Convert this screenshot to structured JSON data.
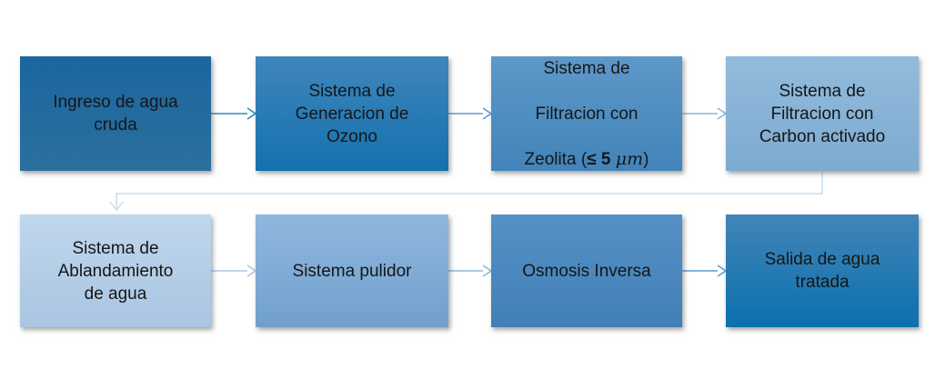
{
  "diagram": {
    "type": "flowchart",
    "subject": "water treatment process",
    "boxes": [
      {
        "id": "ingreso-agua-cruda",
        "label": "Ingreso de agua\ncruda"
      },
      {
        "id": "generacion-ozono",
        "label": "Sistema de\nGeneracion de\nOzono"
      },
      {
        "id": "filtracion-zeolita",
        "label": "Sistema de Filtracion con Zeolita (≤ 5 μm)",
        "line1": "Sistema de",
        "line2": "Filtracion con",
        "line3_pre": "Zeolita (",
        "line3_leq": "≤ 5 ",
        "line3_mu": "μm",
        "line3_post": ")"
      },
      {
        "id": "filtracion-carbon",
        "label": "Sistema de\nFiltracion con\nCarbon activado"
      },
      {
        "id": "ablandamiento-agua",
        "label": "Sistema de\nAblandamiento\nde agua"
      },
      {
        "id": "sistema-pulidor",
        "label": "Sistema pulidor"
      },
      {
        "id": "osmosis-inversa",
        "label": "Osmosis Inversa"
      },
      {
        "id": "salida-agua-tratada",
        "label": "Salida de agua\ntratada"
      }
    ],
    "connectors": {
      "a1": {
        "from": "ingreso-agua-cruda",
        "to": "generacion-ozono",
        "color": "#2e86c6"
      },
      "a2": {
        "from": "generacion-ozono",
        "to": "filtracion-zeolita",
        "color": "#5b9bd5"
      },
      "a3": {
        "from": "filtracion-zeolita",
        "to": "filtracion-carbon",
        "color": "#8ab6dc"
      },
      "c_wrap": {
        "from": "filtracion-carbon",
        "to": "ablandamiento-agua",
        "color": "#bdd7ee"
      },
      "a4": {
        "from": "ablandamiento-agua",
        "to": "sistema-pulidor",
        "color": "#aac8e6"
      },
      "a5": {
        "from": "sistema-pulidor",
        "to": "osmosis-inversa",
        "color": "#8cb8dd"
      },
      "a6": {
        "from": "osmosis-inversa",
        "to": "salida-agua-tratada",
        "color": "#5b9bd5"
      }
    },
    "colors": {
      "background": "#ffffff",
      "text": "#161616",
      "box1_gradient": [
        "#1a66a0",
        "#2b709d"
      ],
      "box2_gradient": [
        "#3f86bc",
        "#1471ae"
      ],
      "box3_gradient": [
        "#5d98c8",
        "#4284ba"
      ],
      "box4_gradient": [
        "#93bbdc",
        "#7cabd1"
      ],
      "box5_gradient": [
        "#c0d7ed",
        "#a9c5e1"
      ],
      "box6_gradient": [
        "#8fb8dd",
        "#719fce"
      ],
      "box7_gradient": [
        "#5591c6",
        "#417fb7"
      ],
      "box8_gradient": [
        "#4285b8",
        "#0c70ad"
      ]
    }
  }
}
